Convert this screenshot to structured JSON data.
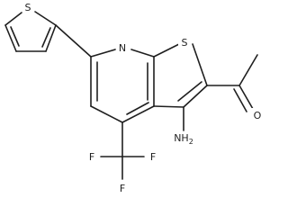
{
  "molecule": {
    "labels": {
      "thiophene_s": "S",
      "fused_s": "S",
      "pyridine_n": "N",
      "ketone_o": "O",
      "amino": "NH",
      "amino_sub": "2",
      "cf3_f_left": "F",
      "cf3_f_right": "F",
      "cf3_f_bottom": "F"
    },
    "colors": {
      "bond": "#1f1f1f",
      "label": "#1f1f1f",
      "background": "#ffffff"
    }
  }
}
